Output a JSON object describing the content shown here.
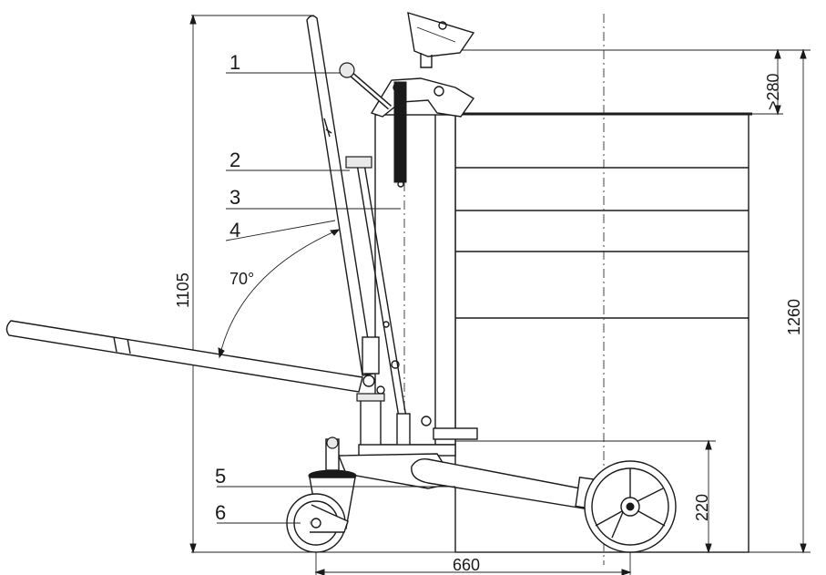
{
  "callouts": [
    "1",
    "2",
    "3",
    "4",
    "5",
    "6"
  ],
  "dimensions": {
    "overall_height": "1105",
    "drum_height": "1260",
    "top_clearance": ">280",
    "wheel_height": "220",
    "wheelbase": "660"
  },
  "angle_label": "70°"
}
